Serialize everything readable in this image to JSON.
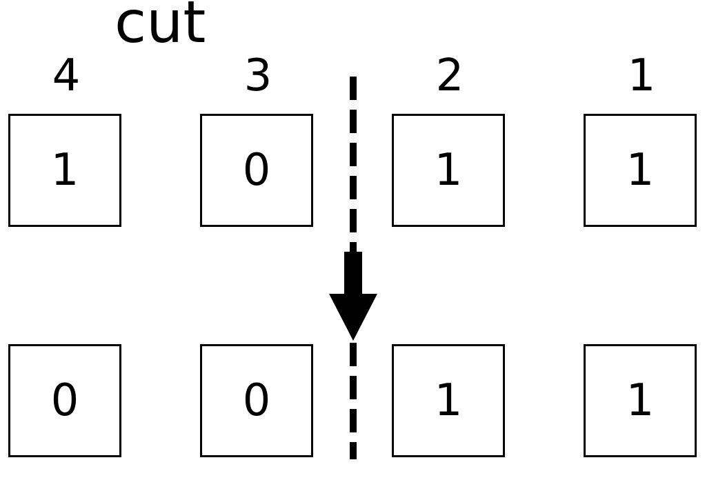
{
  "title": "cut",
  "positions": [
    "4",
    "3",
    "2",
    "1"
  ],
  "rows": [
    {
      "bits": [
        "1",
        "0",
        "1",
        "1"
      ]
    },
    {
      "bits": [
        "0",
        "0",
        "1",
        "1"
      ]
    }
  ],
  "colors": {
    "ink": "#000000",
    "background": "#ffffff"
  }
}
